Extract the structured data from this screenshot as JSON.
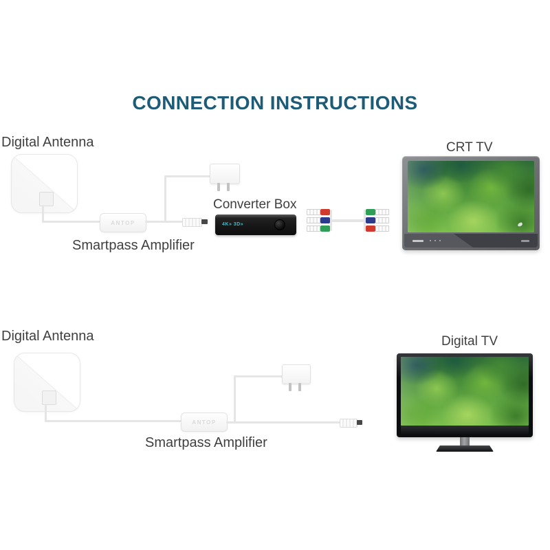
{
  "title": "CONNECTION INSTRUCTIONS",
  "colors": {
    "title": "#1d5b76",
    "label": "#3f3f3f",
    "display_text": "#46b8c6",
    "rca_red": "#cf3a2c",
    "rca_blue": "#2c3a8c",
    "rca_green": "#2f9e56"
  },
  "setup_a": {
    "antenna_label": "Digital Antenna",
    "amplifier_label": "Smartpass Amplifier",
    "amplifier_brand": "ANTOP",
    "converter_label": "Converter Box",
    "converter_display": "4K» 3D»",
    "tv_label": "CRT TV",
    "component_cable_left_order": [
      "red",
      "blue",
      "green"
    ],
    "component_cable_right_order": [
      "green",
      "blue",
      "red"
    ]
  },
  "setup_b": {
    "antenna_label": "Digital Antenna",
    "amplifier_label": "Smartpass Amplifier",
    "amplifier_brand": "ANTOP",
    "tv_label": "Digital TV"
  }
}
